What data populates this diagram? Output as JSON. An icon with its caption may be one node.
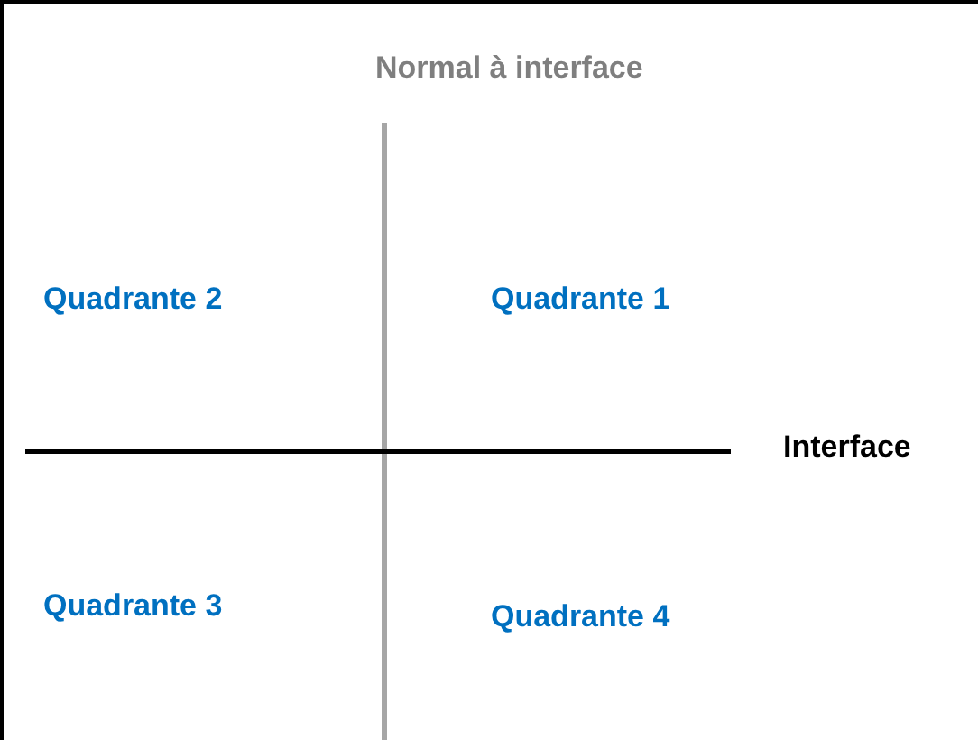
{
  "diagram": {
    "labels": [
      "Normal à interface",
      "Quadrante 2",
      "Quadrante 1",
      "Interface",
      "Quadrante 3",
      "Quadrante 4"
    ]
  }
}
